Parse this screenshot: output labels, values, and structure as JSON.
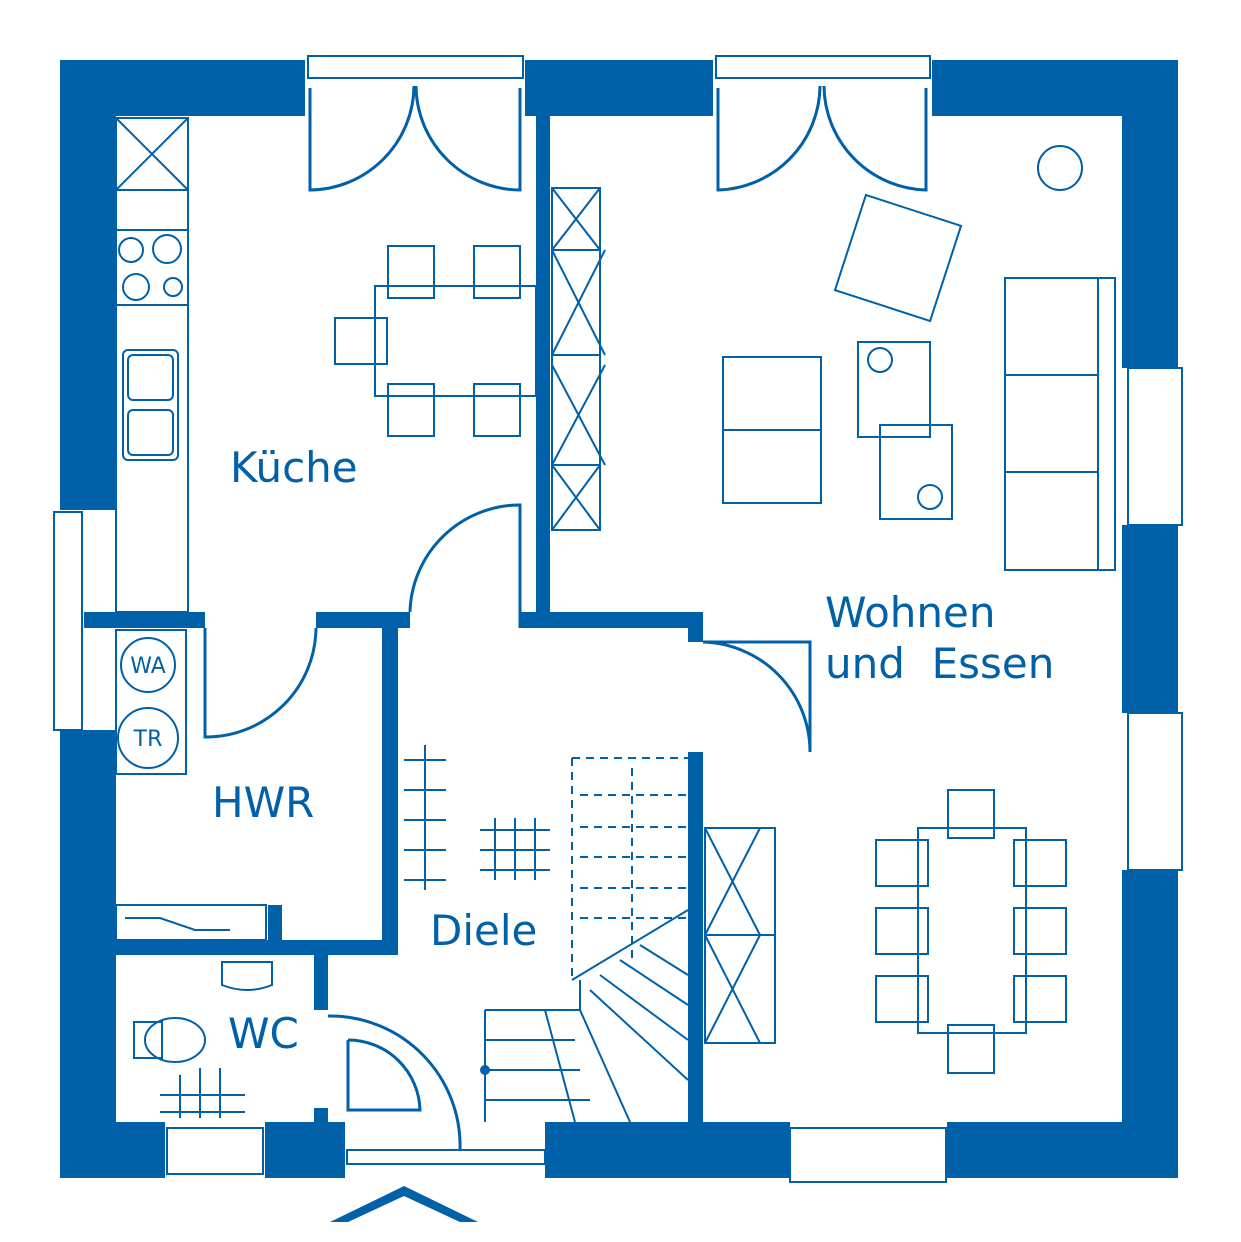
{
  "plan": {
    "accent_color": "#0060a8",
    "rooms": {
      "kitchen": "Küche",
      "utility": "HWR",
      "hall": "Diele",
      "wc": "WC",
      "living_line1": "Wohnen",
      "living_line2": "und  Essen"
    },
    "appliances": {
      "washer": "WA",
      "dryer": "TR"
    }
  }
}
